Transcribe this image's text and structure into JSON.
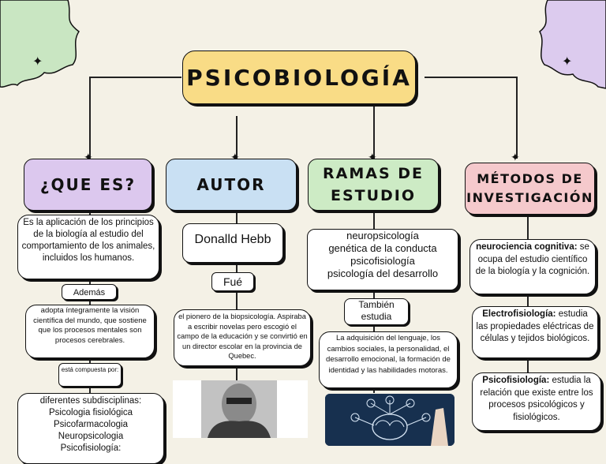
{
  "title": "PSICOBIOLOGÍA",
  "colors": {
    "background": "#f4f1e6",
    "title_fill": "#f9dc86",
    "purple": "#dcc8ee",
    "blue": "#c9e0f3",
    "green": "#cdebc5",
    "pink": "#f5c9cc",
    "corner_green": "#c9e6c2",
    "corner_purple": "#dccbee"
  },
  "columns": {
    "que_es": {
      "heading": "¿QUE ES?",
      "definition": "Es la aplicación de los principios de la biología al estudio del comportamiento de los animales, incluidos los humanos.",
      "connector1": "Además",
      "text2": "adopta íntegramente la visión científica del mundo, que sostiene que los procesos mentales son procesos cerebrales.",
      "connector2": "está compuesta por:",
      "list_intro": "diferentes subdisciplinas:",
      "list": [
        "Psicologia fisiológica",
        "Psicofarmacologia",
        "Neuropsicologia",
        "Psicofisiología:"
      ]
    },
    "autor": {
      "heading": "AUTOR",
      "name": "Donalld Hebb",
      "connector": "Fué",
      "description": "el pionero de la biopsicología. Aspiraba a escribir novelas pero escogió el campo de la educación y se convirtió en un director escolar en la provincia de Quebec."
    },
    "ramas": {
      "heading_line1": "RAMAS DE",
      "heading_line2": "ESTUDIO",
      "branches": [
        "neuropsicología",
        "genética de la conducta",
        "psicofisiología",
        "psicología del desarrollo"
      ],
      "connector_line1": "También",
      "connector_line2": "estudia",
      "studies": "La adquisición del lenguaje, los cambios sociales, la personalidad, el desarrollo emocional, la formación de identidad y las habilidades motoras."
    },
    "metodos": {
      "heading_line1": "MÉTODOS DE",
      "heading_line2": "INVESTIGACIÓN",
      "m1_term": "neurociencia cognitiva:",
      "m1_desc": "se ocupa del estudio científico de la biología y la cognición.",
      "m2_term": "Electrofisiología:",
      "m2_desc": "estudia las propiedades eléctricas de células y tejidos biológicos.",
      "m3_term": "Psicofisiología:",
      "m3_desc": "estudia la relación que existe entre los procesos psicológicos y fisiológicos."
    }
  }
}
